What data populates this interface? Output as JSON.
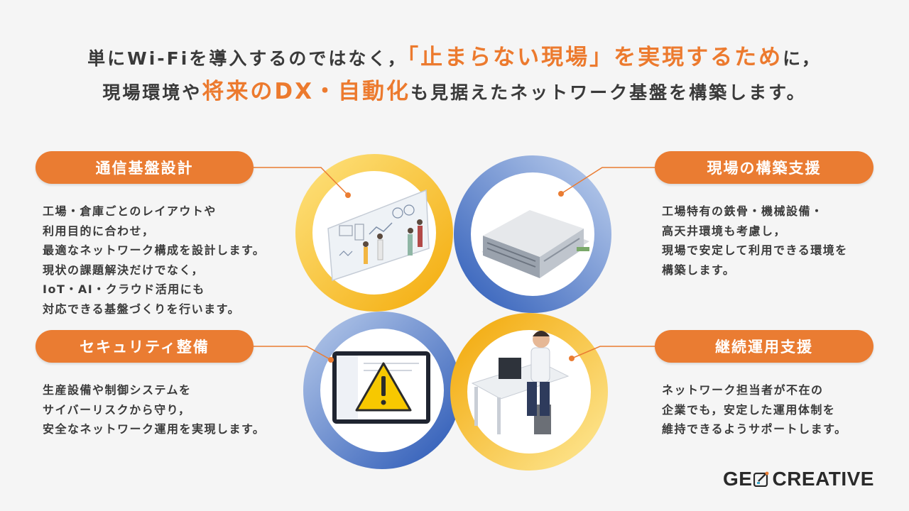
{
  "headline": {
    "line1_a": "単にWi-Fiを導入するのではなく，",
    "line1_hl": "「止まらない現場」を実現するため",
    "line1_b": "に，",
    "line2_a": "現場環境や",
    "line2_hl": "将来のDX・自動化",
    "line2_b": "も見据えたネットワーク基盤を構築します。"
  },
  "sections": {
    "design": {
      "title": "通信基盤設計",
      "lines": [
        "工場・倉庫ごとのレイアウトや",
        "利用目的に合わせ，",
        "最適なネットワーク構成を設計します。",
        "現状の課題解決だけでなく，",
        "IoT・AI・クラウド活用にも",
        "対応できる基盤づくりを行います。"
      ]
    },
    "construction": {
      "title": "現場の構築支援",
      "lines": [
        "工場特有の鉄骨・機械設備・",
        "高天井環境も考慮し，",
        "現場で安定して利用できる環境を",
        "構築します。"
      ]
    },
    "security": {
      "title": "セキュリティ整備",
      "lines": [
        "生産設備や制御システムを",
        "サイバーリスクから守り，",
        "安全なネットワーク運用を実現します。"
      ]
    },
    "operation": {
      "title": "継続運用支援",
      "lines": [
        "ネットワーク担当者が不在の",
        "企業でも，安定した運用体制を",
        "維持できるようサポートします。"
      ]
    }
  },
  "logo": {
    "left": "GE",
    "right": "CREATIVE"
  },
  "colors": {
    "accent": "#ea7c32",
    "yellow": "#f6b91f",
    "blue": "#3f6fc4",
    "text": "#3a3a3a"
  }
}
